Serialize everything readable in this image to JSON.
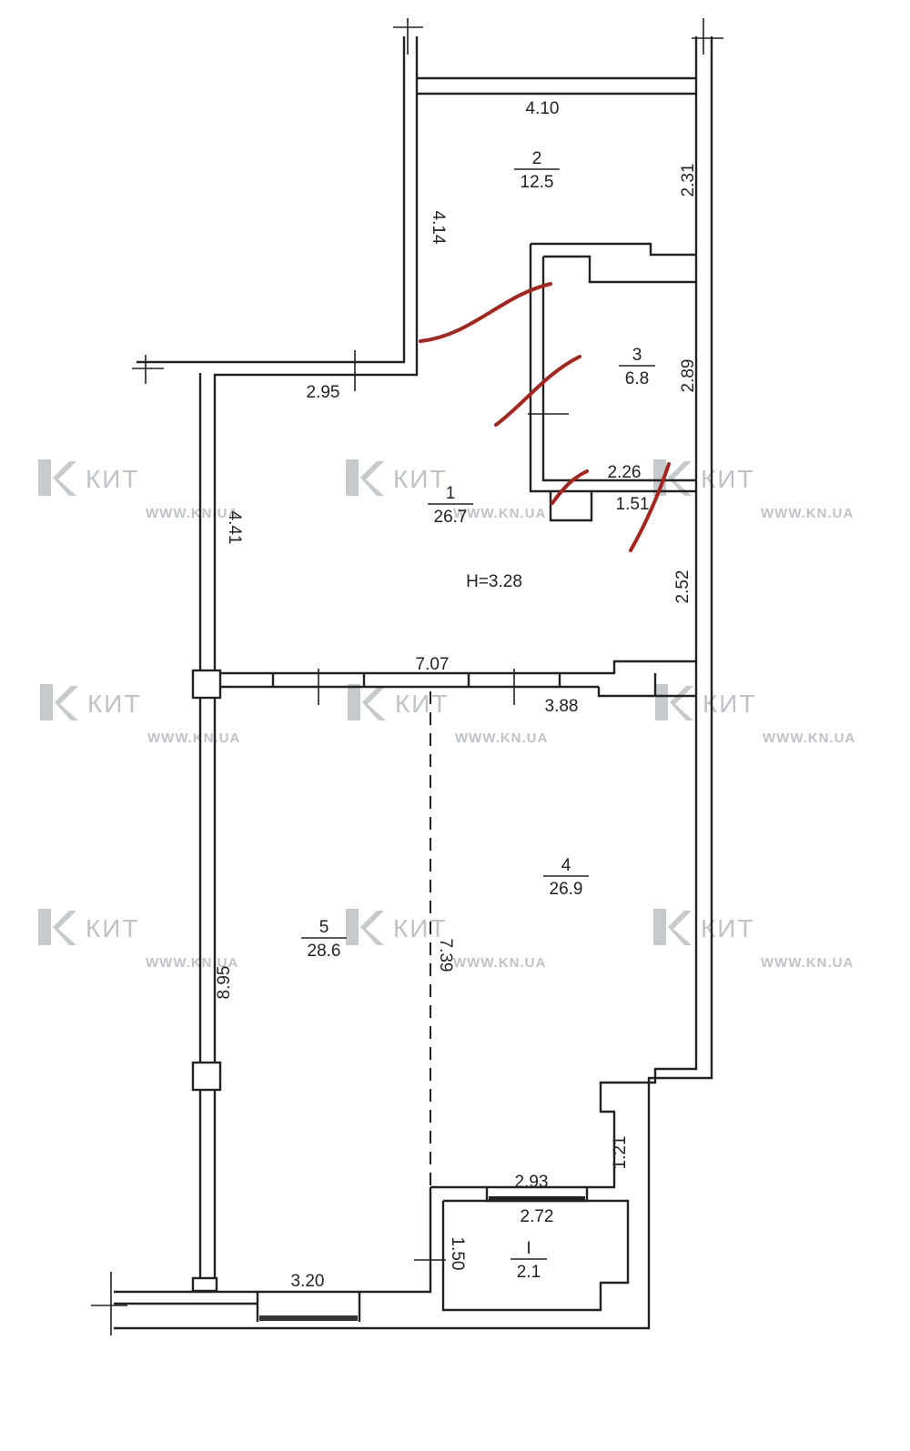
{
  "rooms": [
    {
      "number": "1",
      "area": "26.7"
    },
    {
      "number": "2",
      "area": "12.5"
    },
    {
      "number": "3",
      "area": "6.8"
    },
    {
      "number": "4",
      "area": "26.9"
    },
    {
      "number": "5",
      "area": "28.6"
    },
    {
      "number": "I",
      "area": "2.1"
    }
  ],
  "ceiling_height": "H=3.28",
  "dimensions": {
    "d410": "4.10",
    "d231": "2.31",
    "d414": "4.14",
    "d295": "2.95",
    "d289": "2.89",
    "d226": "2.26",
    "d151": "1.51",
    "d441": "4.41",
    "d252": "2.52",
    "d707": "7.07",
    "d388": "3.88",
    "d895": "8.95",
    "d739": "7.39",
    "d121": "1.21",
    "d293": "2.93",
    "d272": "2.72",
    "d150": "1.50",
    "d320": "3.20"
  },
  "watermark": {
    "brand": "КИТ",
    "url": "WWW.KN.UA"
  },
  "colors": {
    "walls": "#222222",
    "markup": "#a8231b",
    "watermark": "#bfc3c7"
  }
}
